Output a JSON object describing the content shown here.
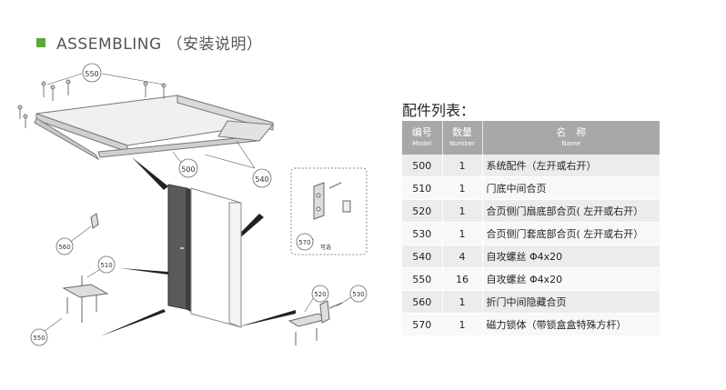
{
  "header": {
    "title": "ASSEMBLING （安装说明）"
  },
  "diagram": {
    "labels": {
      "l550_top": "550",
      "l500": "500",
      "l540": "540",
      "l570": "570",
      "l570_note": "可选",
      "l560": "560",
      "l510": "510",
      "l550_bottom": "550",
      "l520": "520",
      "l530": "530"
    }
  },
  "parts": {
    "title": "配件列表：",
    "columns": [
      {
        "cn": "编号",
        "en": "Model"
      },
      {
        "cn": "数量",
        "en": "Number"
      },
      {
        "cn": "名　称",
        "en": "Name"
      }
    ],
    "rows": [
      {
        "model": "500",
        "qty": "1",
        "name": "系统配件（左开或右开）"
      },
      {
        "model": "510",
        "qty": "1",
        "name": "门底中间合页"
      },
      {
        "model": "520",
        "qty": "1",
        "name": "合页侧门扇底部合页( 左开或右开）"
      },
      {
        "model": "530",
        "qty": "1",
        "name": "合页侧门套底部合页( 左开或右开）"
      },
      {
        "model": "540",
        "qty": "4",
        "name": "自攻螺丝 Φ4x20"
      },
      {
        "model": "550",
        "qty": "16",
        "name": "自攻螺丝 Φ4x20"
      },
      {
        "model": "560",
        "qty": "1",
        "name": "折门中间隐藏合页"
      },
      {
        "model": "570",
        "qty": "1",
        "name": "磁力锁体（带锁盒盒特殊方杆）"
      }
    ]
  }
}
